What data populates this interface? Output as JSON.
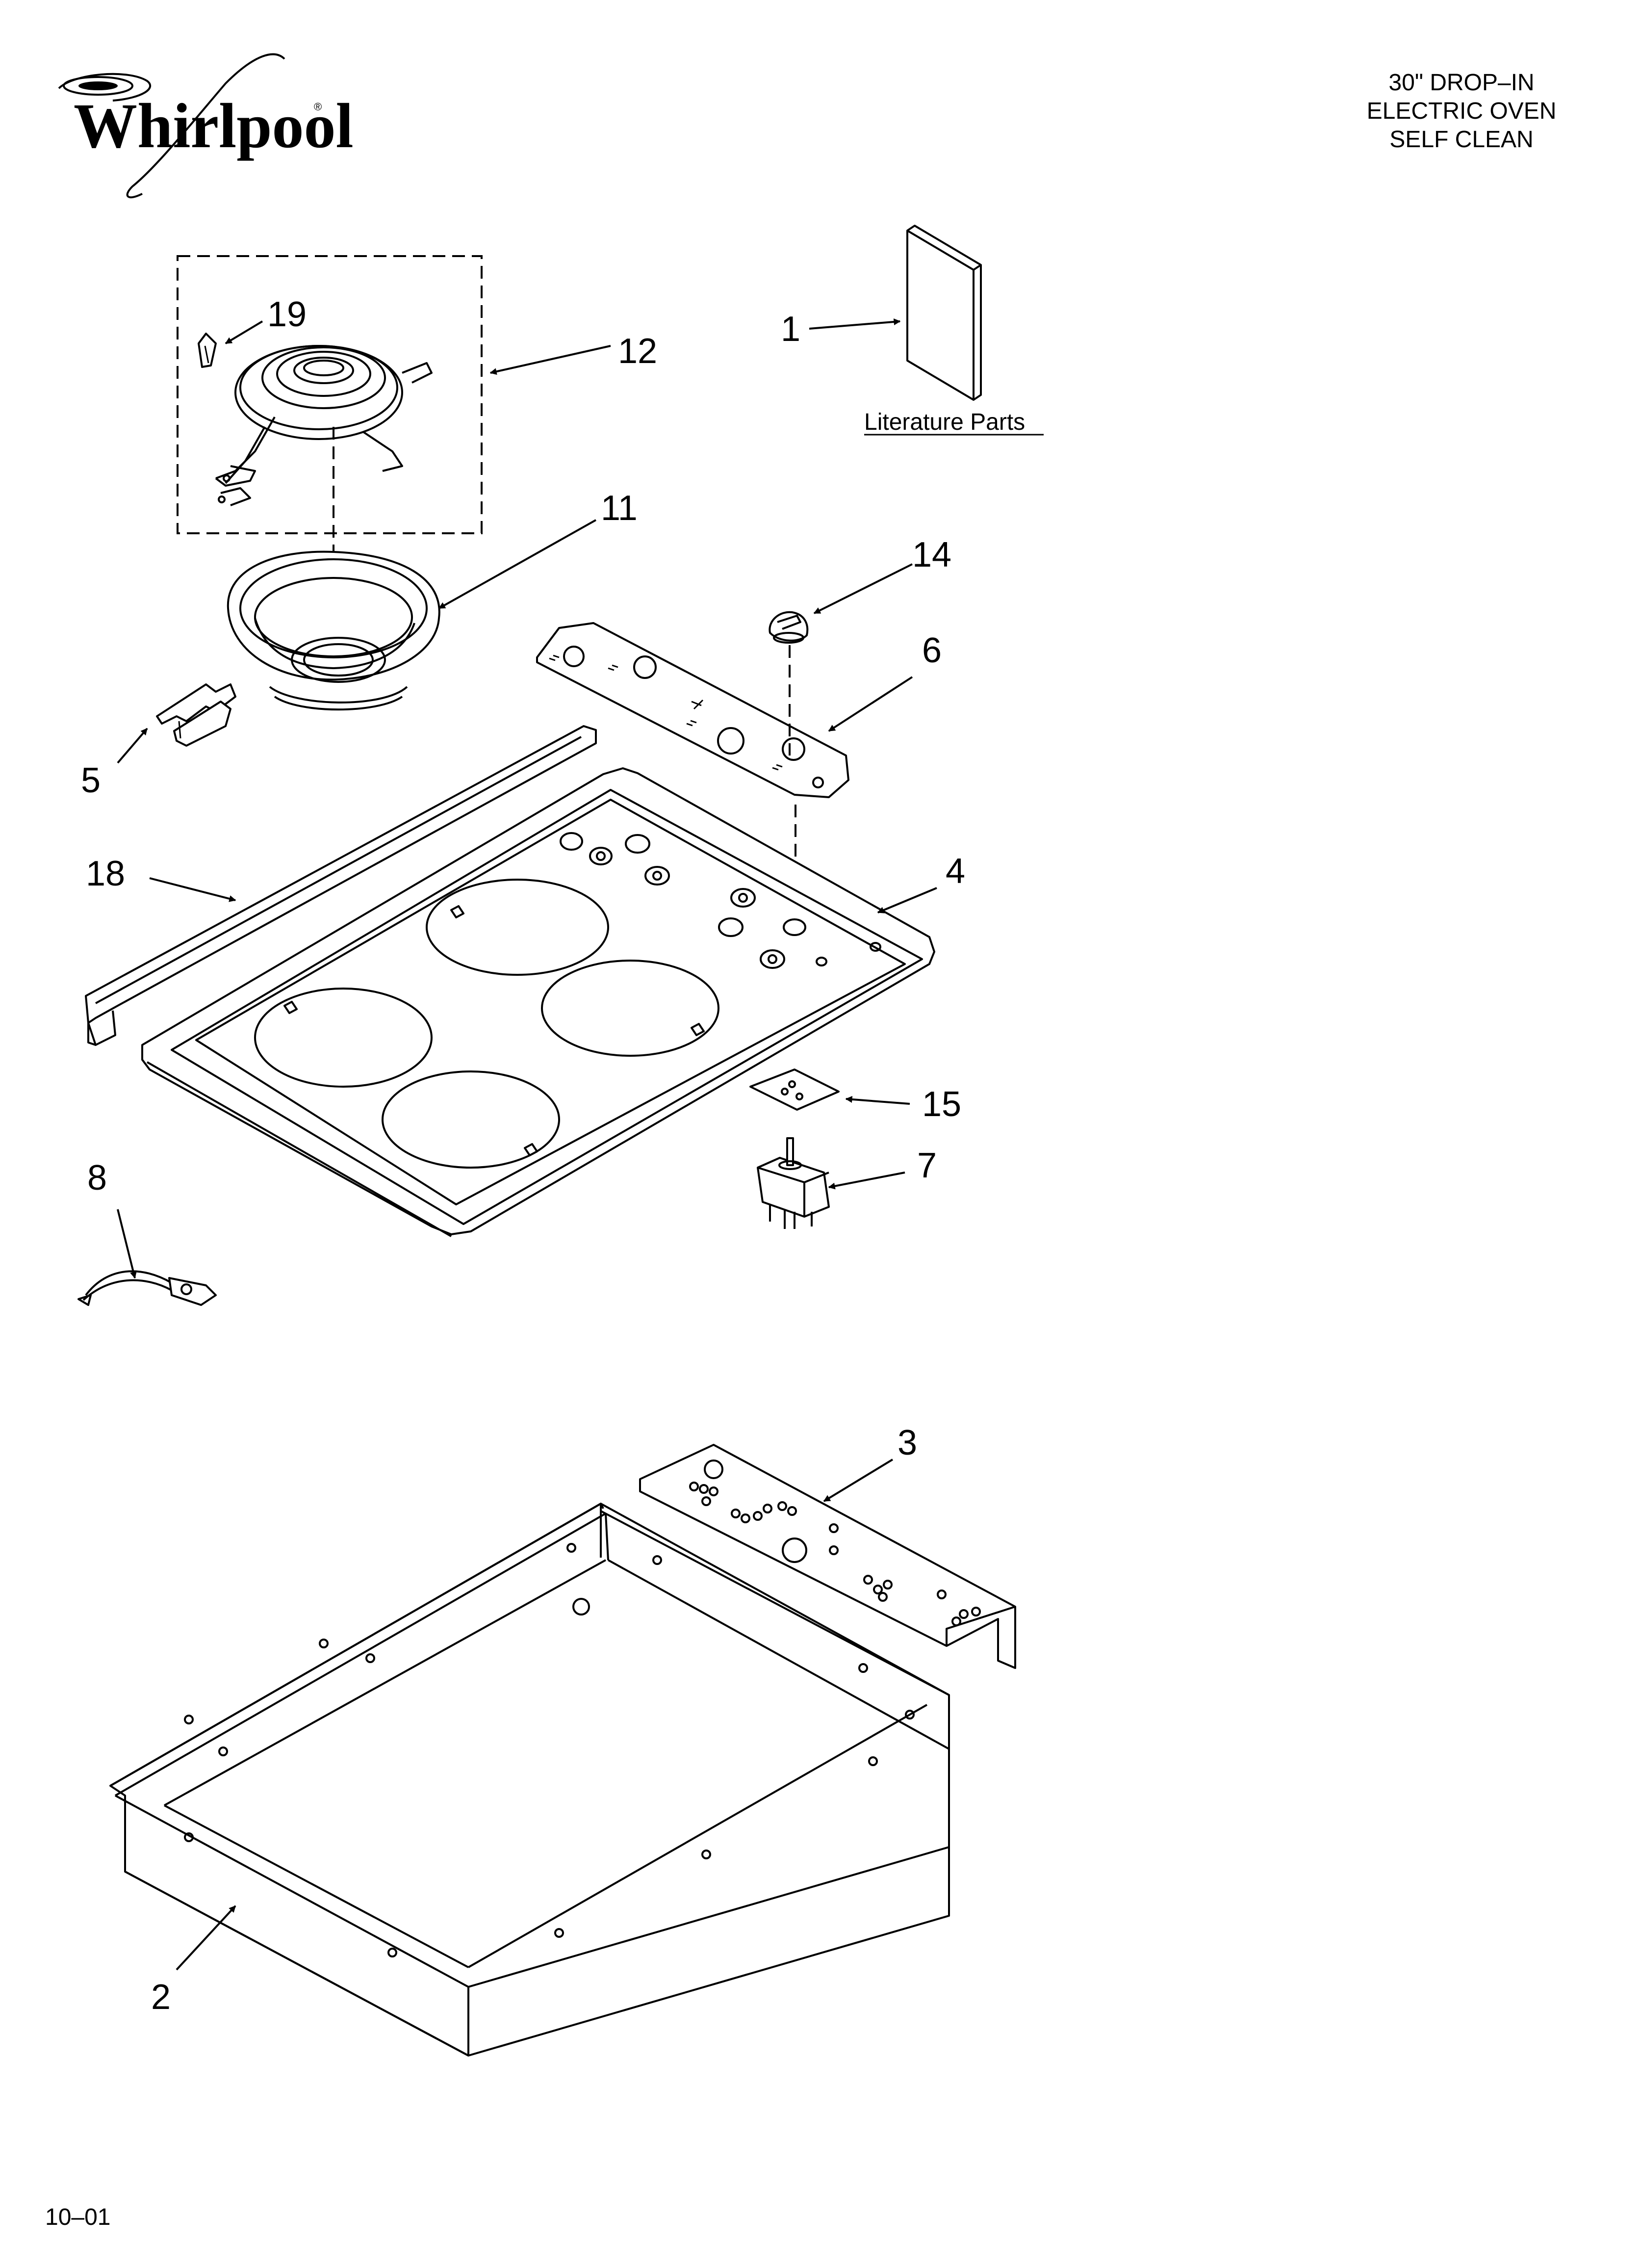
{
  "brand": {
    "name": "Whirlpool",
    "registered_mark": "®"
  },
  "title": {
    "line1": "30\" DROP–IN",
    "line2": "ELECTRIC OVEN",
    "line3": "SELF CLEAN"
  },
  "literature_label": "Literature Parts",
  "callouts": {
    "c1": "1",
    "c2": "2",
    "c3": "3",
    "c4": "4",
    "c5": "5",
    "c6": "6",
    "c7": "7",
    "c8": "8",
    "c11": "11",
    "c12": "12",
    "c14": "14",
    "c15": "15",
    "c18": "18",
    "c19": "19"
  },
  "footer_code": "10–01"
}
